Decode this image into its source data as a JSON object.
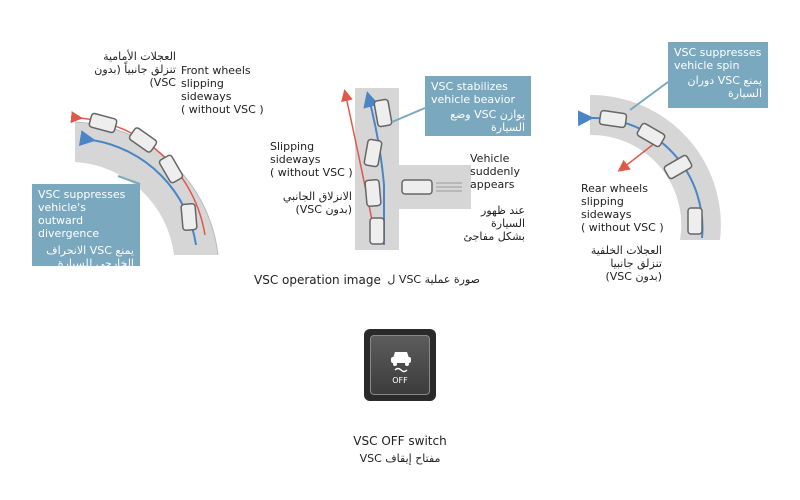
{
  "left_diagram": {
    "label_ar": "العجلات الأمامية\nتنزلق جانبياً (بدون VSC)",
    "label_en": "Front wheels\nslipping\nsideways\n( without VSC )",
    "callout_en": "VSC suppresses\nvehicle's outward\ndivergence",
    "callout_ar": "يمنع VSC الانحراف\nالخارجي للسيارة"
  },
  "middle_diagram": {
    "callout_en": "VSC stabilizes\nvehicle beavior",
    "callout_ar": "يوازن VSC وضع\nالسيارة",
    "slip_en": "Slipping\nsideways\n( without VSC )",
    "slip_ar": "الانزلاق الجانبي\n(بدون VSC)",
    "vehicle_en": "Vehicle\nsuddenly\nappears",
    "vehicle_ar": "عند ظهور\nالسيارة\nبشكل مفاجئ"
  },
  "right_diagram": {
    "callout_en": "VSC suppresses\nvehicle spin",
    "callout_ar": "يمنع VSC دوران\nالسيارة",
    "rear_en": "Rear wheels\nslipping\nsideways\n( without VSC )",
    "rear_ar": "العجلات الخلفية\nتنزلق جانبيا\n(بدون VSC)"
  },
  "operation_label_en": "VSC operation image",
  "operation_label_ar": "صورة عملية VSC ل",
  "switch": {
    "button_text": "OFF",
    "icon": "vsc-skid-car-icon",
    "label_en": "VSC OFF switch",
    "label_ar": "مفتاح إيقاف VSC"
  },
  "colors": {
    "road": "#d6d6d6",
    "callout": "#7aa8bf",
    "arrow_red": "#e0584a",
    "arrow_blue": "#4a86c5"
  }
}
